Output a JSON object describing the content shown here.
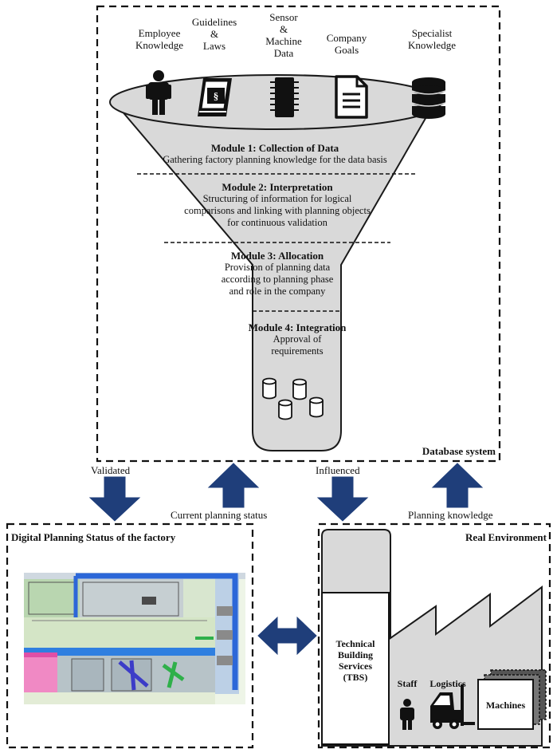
{
  "sources": [
    {
      "label": "Employee\nKnowledge",
      "icon": "person-icon"
    },
    {
      "label": "Guidelines\n&\nLaws",
      "icon": "law-book-icon"
    },
    {
      "label": "Sensor\n&\nMachine\nData",
      "icon": "chip-icon"
    },
    {
      "label": "Company\nGoals",
      "icon": "document-icon"
    },
    {
      "label": "Specialist\nKnowledge",
      "icon": "database-icon"
    }
  ],
  "modules": [
    {
      "title": "Module 1: Collection of Data",
      "text": "Gathering factory planning knowledge for the data basis"
    },
    {
      "title": "Module 2: Interpretation",
      "text": "Structuring of information for logical\ncomparisons and linking with planning objects\nfor continuous validation"
    },
    {
      "title": "Module 3: Allocation",
      "text": "Provision of planning data\naccording to planning phase\nand role in the company"
    },
    {
      "title": "Module 4: Integration",
      "text": "Approval of\nrequirements"
    }
  ],
  "database_system_label": "Database system",
  "arrows": {
    "validated": "Validated",
    "current_planning_status": "Current planning status",
    "influenced": "Influenced",
    "planning_knowledge": "Planning knowledge"
  },
  "digital_box_title": "Digital Planning  Status of the factory",
  "real_box_title": "Real Environment",
  "real_env": {
    "tbs": "Technical\nBuilding\nServices\n(TBS)",
    "staff": "Staff",
    "logistics": "Logistics",
    "machines": "Machines"
  },
  "colors": {
    "funnel_fill": "#d9d9d9",
    "arrow_blue": "#1f3e7a",
    "outline": "#1a1a1a"
  }
}
